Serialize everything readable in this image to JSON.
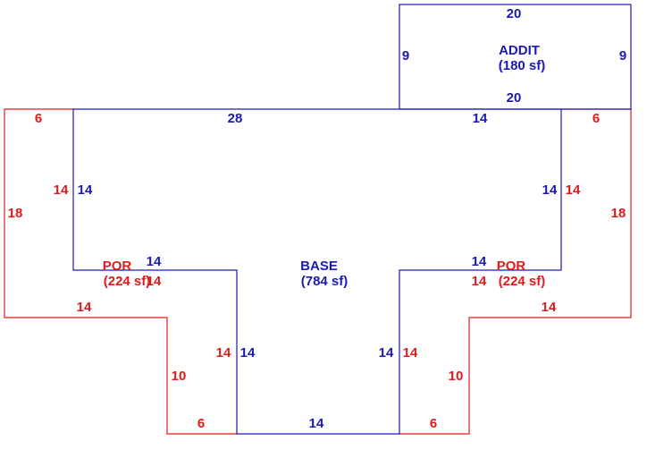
{
  "colors": {
    "blue": "#1a1ab4",
    "red": "#e01a1a"
  },
  "areas": {
    "addit": {
      "name": "ADDIT",
      "area": "(180 sf)",
      "top": "20",
      "bottom": "20",
      "left": "9",
      "right": "9"
    },
    "base": {
      "name": "BASE",
      "area": "(784 sf)",
      "top_left": "28",
      "top_right": "14",
      "left": "14",
      "right": "14",
      "inner_top_left": "14",
      "inner_left": "14",
      "inner_top_right": "14",
      "inner_right": "14",
      "bottom": "14"
    },
    "por_left": {
      "name": "POR",
      "area": "(224 sf)",
      "top": "6",
      "outer": "18",
      "inner": "14",
      "step": "14",
      "lower": "10",
      "bottom": "6",
      "mid": "14",
      "wall": "14"
    },
    "por_right": {
      "name": "POR",
      "area": "(224 sf)",
      "top": "6",
      "outer": "18",
      "inner": "14",
      "step": "14",
      "lower": "10",
      "bottom": "6",
      "mid": "14",
      "wall": "14"
    }
  }
}
